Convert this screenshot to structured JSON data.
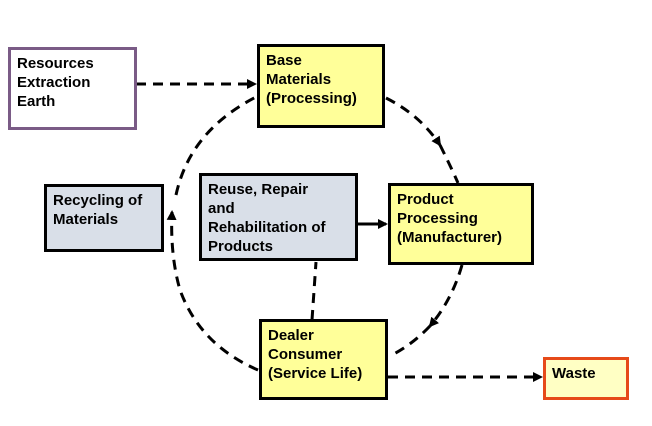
{
  "nodes": {
    "resources": "Resources\nExtraction\nEarth",
    "base": "Base\nMaterials\n(Processing)",
    "product": "Product\nProcessing\n(Manufacturer)",
    "reuse": "Reuse, Repair\nand\nRehabilitation of\nProducts",
    "recycling": "Recycling of\nMaterials",
    "dealer": "Dealer\nConsumer\n(Service Life)",
    "waste": "Waste"
  },
  "colors": {
    "yellow_fill": "#ffff99",
    "gray_fill": "#d9dfe8",
    "resources_border": "#7a5b86",
    "waste_border": "#e64a19",
    "arrow": "#000000"
  }
}
